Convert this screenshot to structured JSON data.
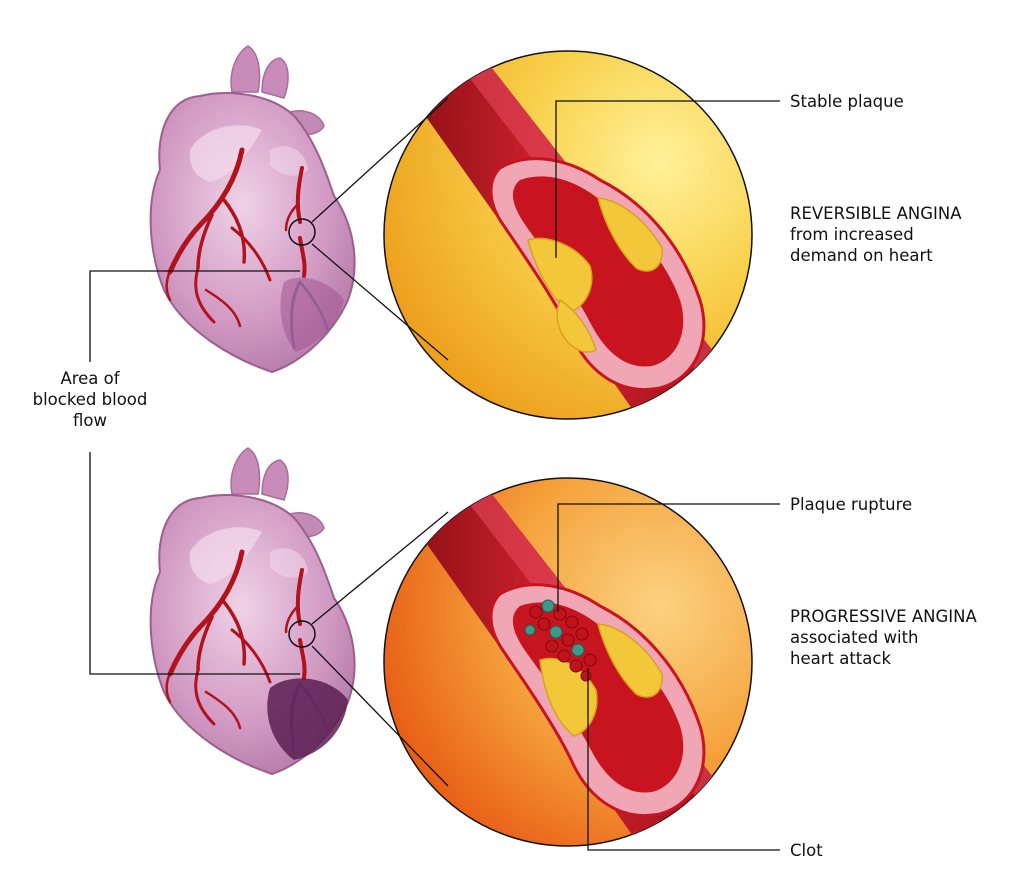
{
  "labels": {
    "area_blocked": [
      "Area of",
      "blocked blood",
      "flow"
    ],
    "stable_plaque": "Stable plaque",
    "reversible_title": "REVERSIBLE ANGINA",
    "reversible_desc": [
      "from increased",
      "demand on heart"
    ],
    "plaque_rupture": "Plaque rupture",
    "progressive_title": "PROGRESSIVE ANGINA",
    "progressive_desc": [
      "associated with",
      "heart attack"
    ],
    "clot": "Clot"
  },
  "colors": {
    "heart": "#c98bb9",
    "heart_light": "#e8c4de",
    "artery": "#b0131b",
    "vessel_outer": "#c7141e",
    "vessel_wall": "#f0a6b4",
    "plaque": "#f2c73a",
    "circle_top": "#f7c531",
    "circle_bottom": "#f07a1c",
    "clot_red": "#c2131a",
    "clot_teal": "#3b9a8a",
    "ischemic_top": "#a0558f",
    "ischemic_bottom": "#6b2a5f"
  }
}
